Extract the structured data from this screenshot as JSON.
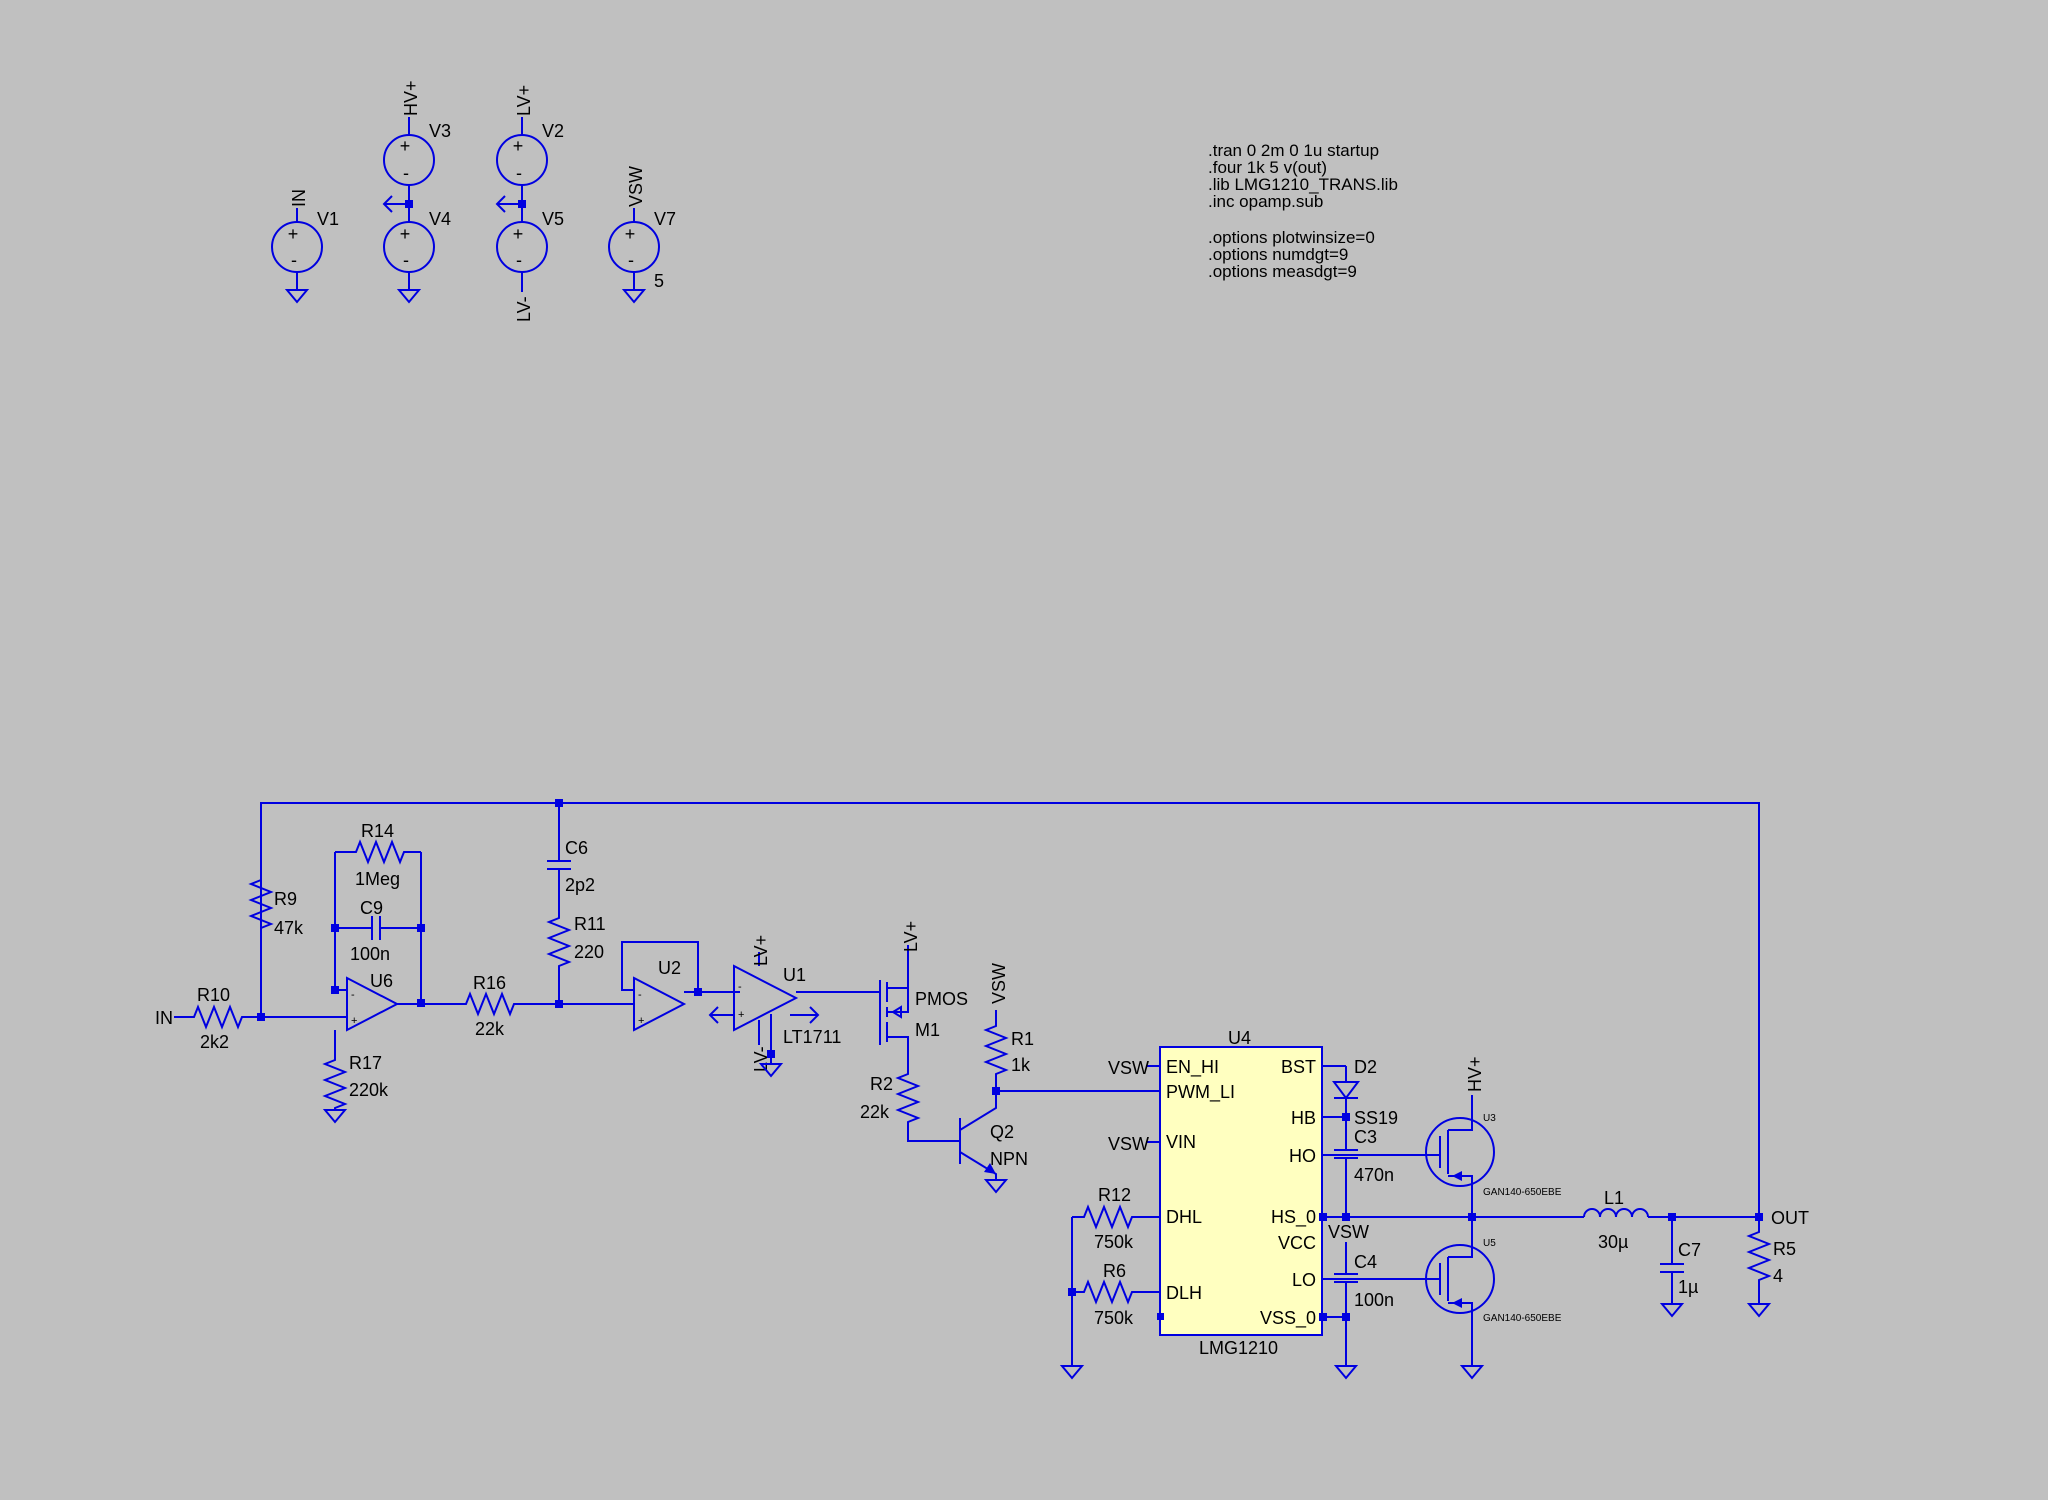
{
  "colors": {
    "background": "#c0c0c0",
    "wire": "#0000e0",
    "ic_fill": "#ffffc0",
    "text": "#000000"
  },
  "directives": [
    ".tran 0 2m 0 1u startup",
    ".four 1k 5 v(out)",
    ".lib LMG1210_TRANS.lib",
    ".inc opamp.sub",
    "",
    ".options plotwinsize=0",
    ".options numdgt=9",
    ".options measdgt=9"
  ],
  "nets": {
    "in": "IN",
    "hvp": "HV+",
    "lvp": "LV+",
    "lvm": "LV-",
    "vsw": "VSW",
    "out": "OUT"
  },
  "sources": {
    "v1": {
      "name": "V1"
    },
    "v2": {
      "name": "V2"
    },
    "v3": {
      "name": "V3"
    },
    "v4": {
      "name": "V4"
    },
    "v5": {
      "name": "V5"
    },
    "v7": {
      "name": "V7",
      "value": "5"
    }
  },
  "components": {
    "r10": {
      "name": "R10",
      "value": "2k2"
    },
    "r9": {
      "name": "R9",
      "value": "47k"
    },
    "r14": {
      "name": "R14",
      "value": "1Meg"
    },
    "c9": {
      "name": "C9",
      "value": "100n"
    },
    "u6": {
      "name": "U6"
    },
    "r17": {
      "name": "R17",
      "value": "220k"
    },
    "r16": {
      "name": "R16",
      "value": "22k"
    },
    "c6": {
      "name": "C6",
      "value": "2p2"
    },
    "r11": {
      "name": "R11",
      "value": "220"
    },
    "u2": {
      "name": "U2"
    },
    "u1": {
      "name": "U1",
      "value": "LT1711"
    },
    "m1": {
      "name": "M1",
      "value": "PMOS"
    },
    "r2": {
      "name": "R2",
      "value": "22k"
    },
    "r1": {
      "name": "R1",
      "value": "1k"
    },
    "q2": {
      "name": "Q2",
      "value": "NPN"
    },
    "r12": {
      "name": "R12",
      "value": "750k"
    },
    "r6": {
      "name": "R6",
      "value": "750k"
    },
    "u4": {
      "name": "U4",
      "part": "LMG1210",
      "pins": {
        "en_hi": "EN_HI",
        "pwm_li": "PWM_LI",
        "vin": "VIN",
        "dhl": "DHL",
        "dlh": "DLH",
        "bst": "BST",
        "hb": "HB",
        "ho": "HO",
        "hs": "HS_0",
        "vcc": "VCC",
        "lo": "LO",
        "vss": "VSS_0"
      }
    },
    "d2": {
      "name": "D2",
      "value": "SS19"
    },
    "c3": {
      "name": "C3",
      "value": "470n"
    },
    "c4": {
      "name": "C4",
      "value": "100n"
    },
    "u3": {
      "name": "U3",
      "value": "GAN140-650EBE"
    },
    "u5": {
      "name": "U5",
      "value": "GAN140-650EBE"
    },
    "l1": {
      "name": "L1",
      "value": "30µ"
    },
    "c7": {
      "name": "C7",
      "value": "1µ"
    },
    "r5": {
      "name": "R5",
      "value": "4"
    }
  },
  "opamp_pin_marks": {
    "minus": "-",
    "plus": "+"
  }
}
